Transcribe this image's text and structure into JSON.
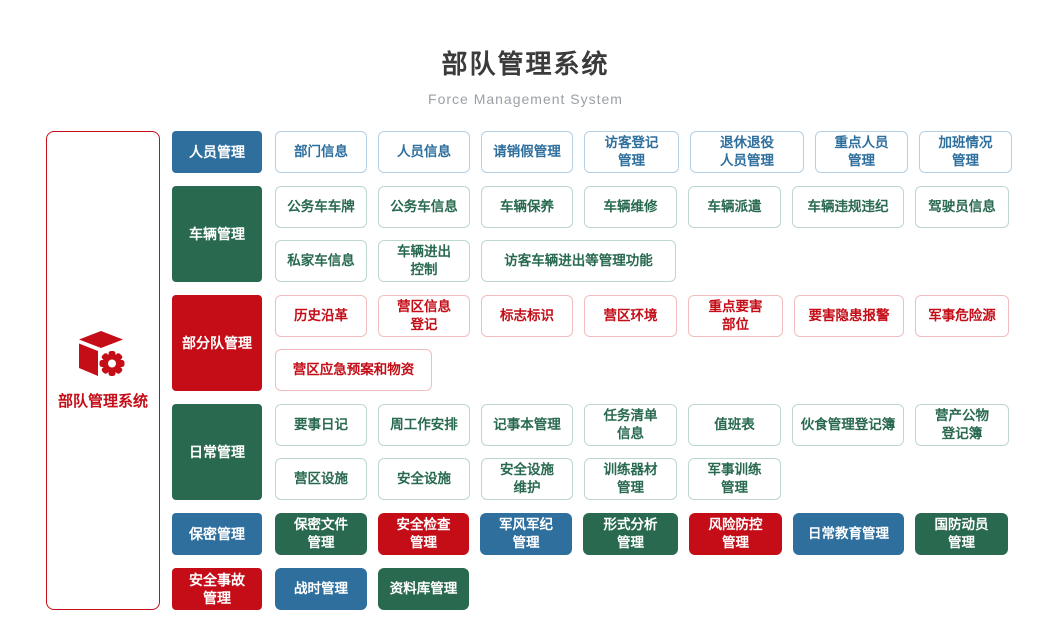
{
  "header": {
    "title": "部队管理系统",
    "subtitle": "Force Management System"
  },
  "root": {
    "label": "部队管理系统",
    "icon": "cube-gear-icon"
  },
  "colors": {
    "blue": "#2e6f9e",
    "green": "#28694f",
    "red": "#c40d17",
    "blue_border": "#b5cfe4",
    "green_border": "#bdd8cb",
    "red_border": "#f2bdc1",
    "title_text": "#3b3b3b",
    "subtitle_text": "#9aa0a6"
  },
  "groups": [
    {
      "key": "personnel",
      "label": "人员管理",
      "color": "blue",
      "style": "outline",
      "lines": [
        [
          {
            "t": "部门信息"
          },
          {
            "t": "人员信息"
          },
          {
            "t": "请销假管理"
          },
          {
            "t": "访客登记\n管理",
            "w": 95
          },
          {
            "t": "退休退役\n人员管理",
            "w": 114
          },
          {
            "t": "重点人员\n管理",
            "w": 93
          },
          {
            "t": "加班情况\n管理",
            "w": 93
          }
        ]
      ]
    },
    {
      "key": "vehicle",
      "label": "车辆管理",
      "color": "green",
      "style": "outline",
      "lines": [
        [
          {
            "t": "公务车车牌"
          },
          {
            "t": "公务车信息"
          },
          {
            "t": "车辆保养"
          },
          {
            "t": "车辆维修",
            "w": 93
          },
          {
            "t": "车辆派遣",
            "w": 93
          },
          {
            "t": "车辆违规违纪",
            "w": 112
          },
          {
            "t": "驾驶员信息",
            "w": 94
          }
        ],
        [
          {
            "t": "私家车信息"
          },
          {
            "t": "车辆进出\n控制"
          },
          {
            "t": "访客车辆进出等管理功能",
            "w": 195
          }
        ]
      ]
    },
    {
      "key": "subunit",
      "label": "部分队管理",
      "color": "red",
      "style": "outline",
      "lines": [
        [
          {
            "t": "历史沿革"
          },
          {
            "t": "营区信息\n登记"
          },
          {
            "t": "标志标识"
          },
          {
            "t": "营区环境",
            "w": 93
          },
          {
            "t": "重点要害\n部位",
            "w": 95
          },
          {
            "t": "要害隐患报警",
            "w": 110
          },
          {
            "t": "军事危险源",
            "w": 94
          }
        ],
        [
          {
            "t": "营区应急预案和物资",
            "w": 157
          }
        ]
      ]
    },
    {
      "key": "daily",
      "label": "日常管理",
      "color": "green",
      "style": "outline",
      "lines": [
        [
          {
            "t": "要事日记"
          },
          {
            "t": "周工作安排"
          },
          {
            "t": "记事本管理"
          },
          {
            "t": "任务清单\n信息",
            "w": 93
          },
          {
            "t": "值班表",
            "w": 93
          },
          {
            "t": "伙食管理登记簿",
            "w": 112
          },
          {
            "t": "营产公物\n登记簿",
            "w": 94
          }
        ],
        [
          {
            "t": "营区设施"
          },
          {
            "t": "安全设施"
          },
          {
            "t": "安全设施\n维护"
          },
          {
            "t": "训练器材\n管理",
            "w": 93
          },
          {
            "t": "军事训练\n管理",
            "w": 93
          }
        ]
      ]
    },
    {
      "key": "secrecy",
      "label": "保密管理",
      "color": "blue",
      "style": "solid",
      "lines": [
        [
          {
            "t": "保密文件\n管理",
            "c": "green"
          },
          {
            "t": "安全检查\n管理",
            "c": "red",
            "w": 91
          },
          {
            "t": "军风军纪\n管理",
            "c": "blue"
          },
          {
            "t": "形式分析\n管理",
            "c": "green",
            "w": 95
          },
          {
            "t": "风险防控\n管理",
            "c": "red",
            "w": 93
          },
          {
            "t": "日常教育管理",
            "c": "blue",
            "w": 111
          },
          {
            "t": "国防动员\n管理",
            "c": "green",
            "w": 93
          }
        ]
      ]
    },
    {
      "key": "accident",
      "label": "安全事故\n管理",
      "color": "red",
      "style": "solid",
      "lines": [
        [
          {
            "t": "战时管理",
            "c": "blue"
          },
          {
            "t": "资料库管理",
            "c": "green",
            "w": 91
          }
        ]
      ]
    }
  ]
}
